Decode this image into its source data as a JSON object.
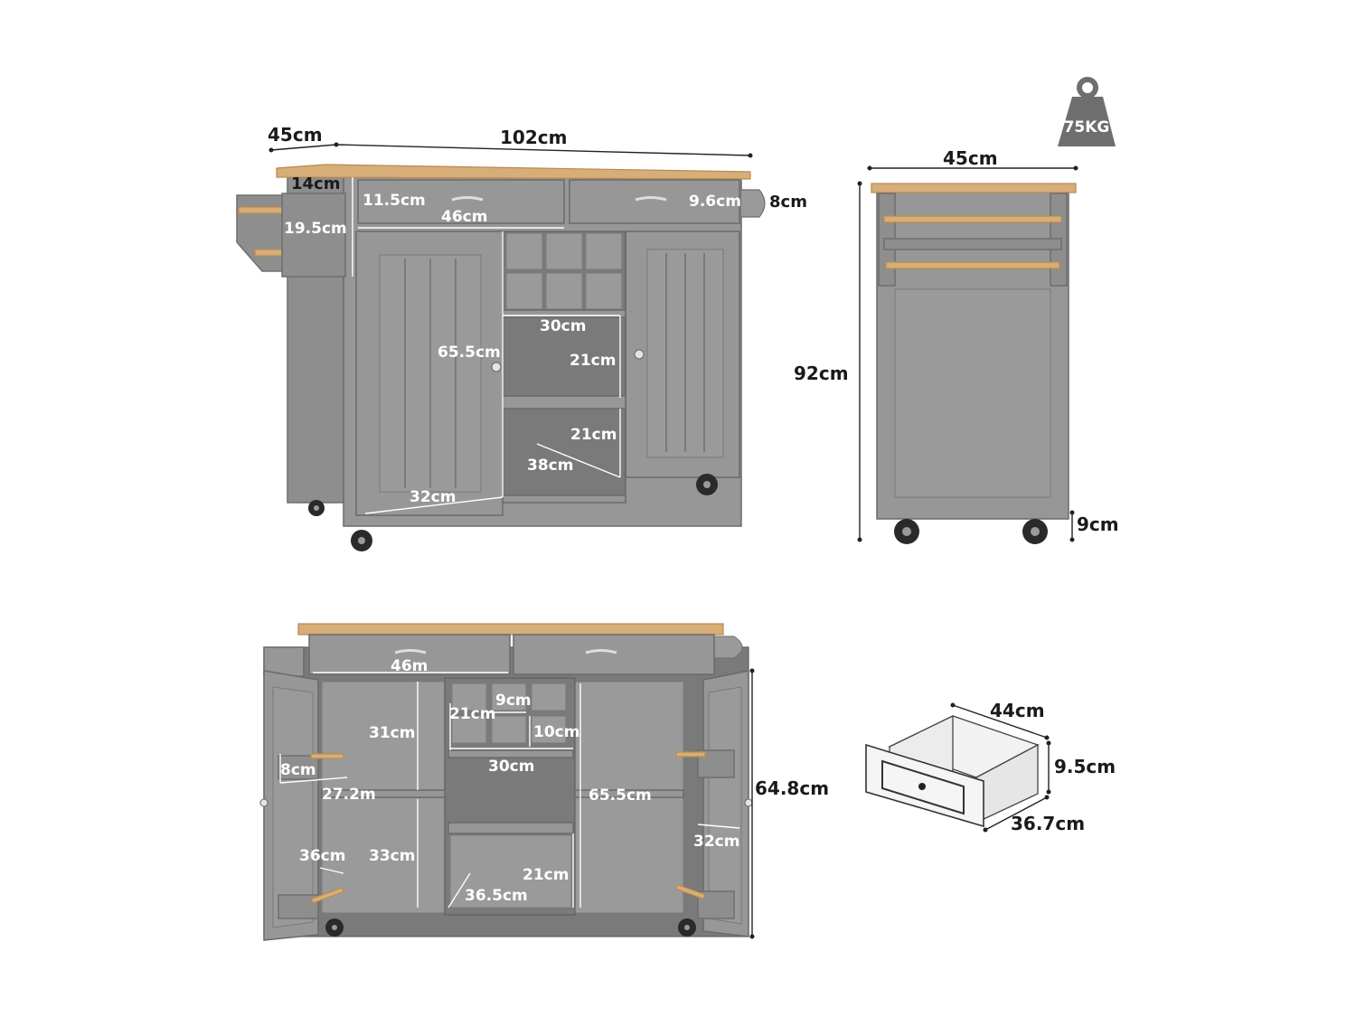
{
  "weight_badge": {
    "label": "75KG"
  },
  "front_view": {
    "depth": "45cm",
    "width": "102cm",
    "rack_height": "14cm",
    "rack_gap": "19.5cm",
    "drawer_height_left": "11.5cm",
    "drawer_width": "46cm",
    "drawer_height_right": "9.6cm",
    "towel_bar": "8cm",
    "door_height": "65.5cm",
    "door_width": "32cm",
    "shelf_width": "30cm",
    "shelf_gap_upper": "21cm",
    "shelf_gap_lower": "21cm",
    "shelf_depth": "38cm"
  },
  "side_view": {
    "width": "45cm",
    "height": "92cm",
    "wheel_height": "9cm"
  },
  "open_view": {
    "drawer_width": "46m",
    "shelf_height_left": "31cm",
    "rack_width": "8cm",
    "door_depth": "27.2m",
    "door_rack": "36cm",
    "lower_height_left": "33cm",
    "wine_width": "9cm",
    "wine_height": "21cm",
    "wine_gap": "10cm",
    "middle_width": "30cm",
    "middle_height": "21cm",
    "middle_depth": "36.5cm",
    "cabinet_height": "65.5cm",
    "right_door_rack": "32cm",
    "total_height": "64.8cm"
  },
  "drawer_view": {
    "width": "44cm",
    "height": "9.5cm",
    "depth": "36.7cm"
  }
}
